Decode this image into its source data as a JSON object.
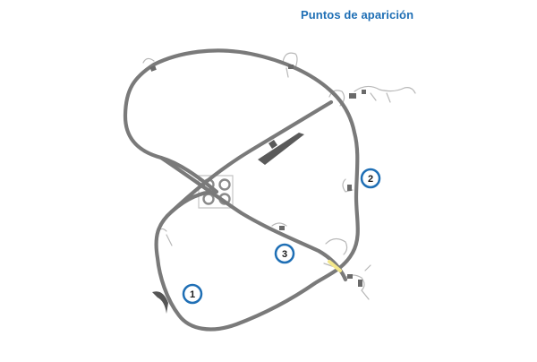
{
  "title": "Puntos de aparición",
  "colors": {
    "accent": "#1f6fb5",
    "track": "#7a7a7a",
    "track_light": "#b8b8b8",
    "highlight": "#f3e78a"
  },
  "markers": [
    {
      "label": "1"
    },
    {
      "label": "2"
    },
    {
      "label": "3"
    }
  ]
}
